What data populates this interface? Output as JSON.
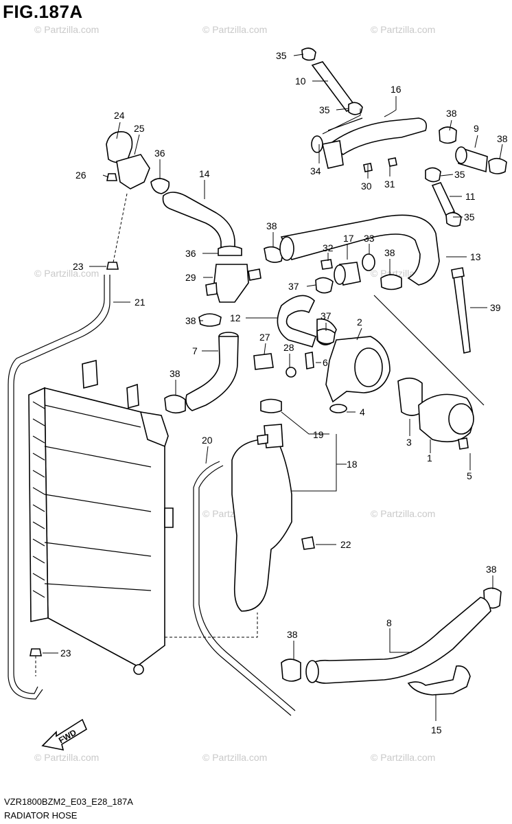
{
  "figure": {
    "title": "FIG.187A",
    "footer_code": "VZR1800BZM2_E03_E28_187A",
    "footer_name": "RADIATOR HOSE",
    "watermark": "© Partzilla.com",
    "direction_label": "FWD"
  },
  "callouts": [
    "35",
    "10",
    "16",
    "35",
    "38",
    "9",
    "38",
    "24",
    "25",
    "36",
    "34",
    "30",
    "31",
    "35",
    "26",
    "14",
    "11",
    "35",
    "38",
    "17",
    "33",
    "32",
    "13",
    "36",
    "38",
    "23",
    "29",
    "37",
    "21",
    "39",
    "12",
    "37",
    "2",
    "38",
    "27",
    "28",
    "6",
    "7",
    "38",
    "4",
    "19",
    "3",
    "1",
    "5",
    "20",
    "18",
    "22",
    "38",
    "8",
    "38",
    "23",
    "15"
  ],
  "colors": {
    "line": "#000000",
    "watermark": "#c9c9c9",
    "background": "#ffffff"
  }
}
